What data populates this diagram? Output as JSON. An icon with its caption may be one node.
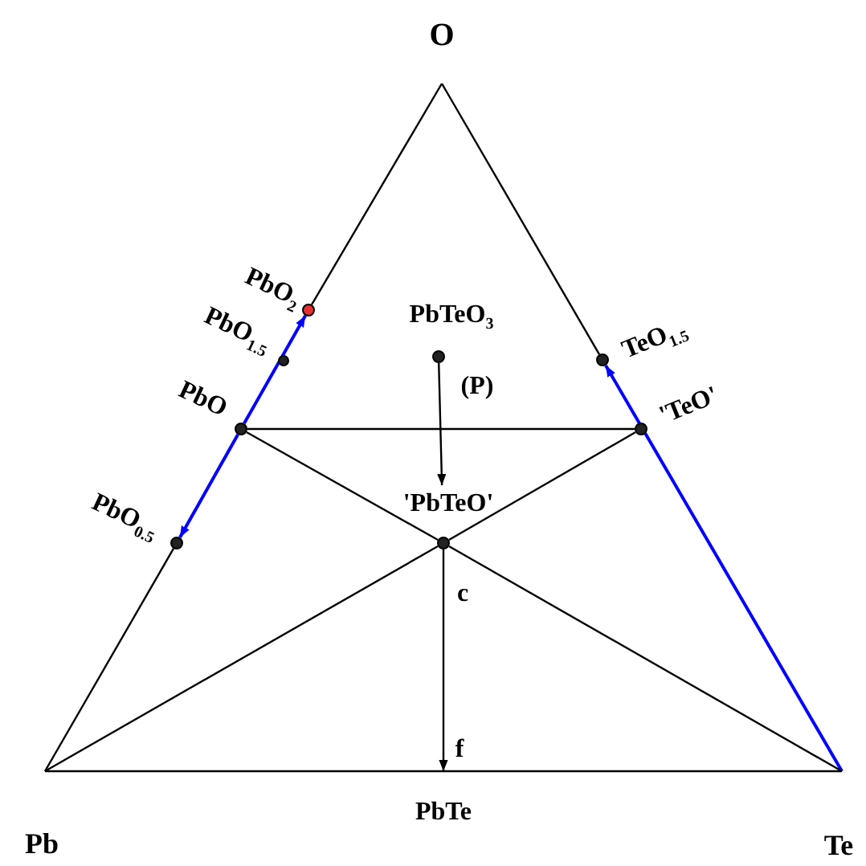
{
  "diagram": {
    "nodes": [
      {
        "text": [
          "O"
        ]
      },
      {
        "text": [
          "Pb"
        ]
      },
      {
        "text": [
          "Te"
        ]
      },
      {
        "text": [
          "PbO$_{2}$"
        ]
      },
      {
        "text": [
          "PbO$_{1.5}$"
        ]
      },
      {
        "text": [
          "PbO"
        ]
      },
      {
        "text": [
          "PbO$_{0.5}$"
        ]
      },
      {
        "text": [
          "PbTeO$_{3}$"
        ],
        "beside": [
          "(P)"
        ]
      },
      {
        "text": [
          "TeO$_{1.5}$"
        ]
      },
      {
        "text": [
          "'TeO'"
        ]
      },
      {
        "text": [
          "'PbTeO'"
        ]
      },
      {
        "text": [
          "PbTe"
        ]
      }
    ],
    "edges": [
      {
        "from": 0,
        "to": 3,
        "arrow": "none"
      },
      {
        "from": 5,
        "to": 3,
        "arrow": "to",
        "color": "#0000ff"
      },
      {
        "from": 5,
        "to": 6,
        "arrow": "to",
        "color": "#0000ff"
      },
      {
        "from": 6,
        "to": 1,
        "arrow": "none"
      },
      {
        "from": 0,
        "to": 8,
        "arrow": "none"
      },
      {
        "from": 2,
        "to": 8,
        "arrow": "to",
        "color": "#0000ff"
      },
      {
        "from": 1,
        "to": 11,
        "arrow": "none"
      },
      {
        "from": 11,
        "to": 2,
        "arrow": "none"
      },
      {
        "from": 5,
        "to": 9,
        "arrow": "none"
      },
      {
        "from": 5,
        "to": 10,
        "arrow": "none"
      },
      {
        "from": 10,
        "to": 2,
        "arrow": "none"
      },
      {
        "from": 1,
        "to": 10,
        "arrow": "none"
      },
      {
        "from": 10,
        "to": 9,
        "arrow": "none"
      },
      {
        "from": 7,
        "to": 10,
        "arrow": "to"
      },
      {
        "from": 10,
        "to": 11,
        "arrow": "to"
      }
    ],
    "labels": [
      "c",
      "f"
    ]
  }
}
